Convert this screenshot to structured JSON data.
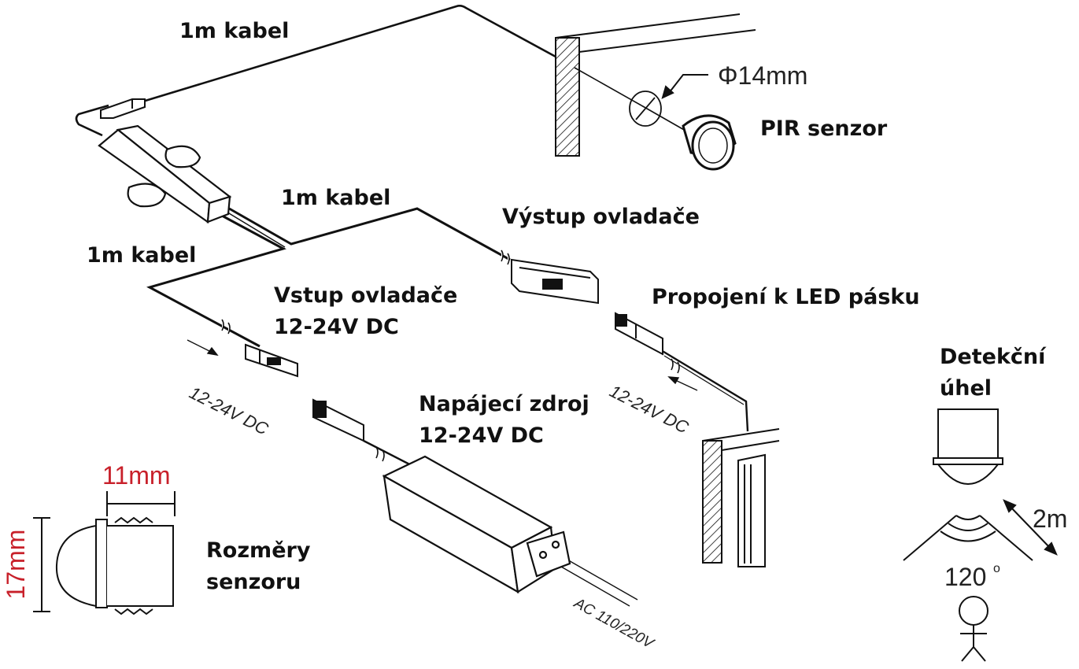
{
  "labels": {
    "cable_top": "1m kabel",
    "cable_mid": "1m kabel",
    "cable_left": "1m kabel",
    "diameter": "Φ14mm",
    "pir_sensor": "PIR senzor",
    "controller_output": "Výstup ovladače",
    "controller_input_line1": "Vstup ovladače",
    "controller_input_line2": "12-24V DC",
    "led_connection": "Propojení k LED pásku",
    "voltage_left": "12-24V DC",
    "voltage_right": "12-24V DC",
    "power_supply_line1": "Napájecí zdroj",
    "power_supply_line2": "12-24V DC",
    "ac_input": "AC 110/220V",
    "width_dim": "11mm",
    "height_dim": "17mm",
    "sensor_dims_line1": "Rozměry",
    "sensor_dims_line2": "senzoru",
    "detection_line1": "Detekční",
    "detection_line2": "úhel",
    "range": "2m",
    "angle": "120",
    "angle_unit": "o"
  },
  "colors": {
    "line": "#111111",
    "text": "#111111",
    "dimension_red": "#c8202a"
  }
}
